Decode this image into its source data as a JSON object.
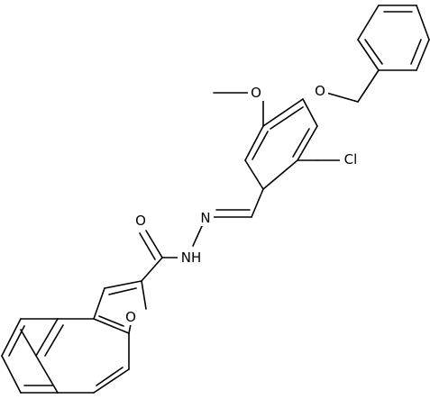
{
  "molecule": {
    "atom_labels": {
      "ether_oxygen_benzyl": "O",
      "methoxy_oxygen": "O",
      "chlorine": "Cl",
      "imine_nitrogen": "N",
      "hydrazide_nitrogen": "NH",
      "carbonyl_oxygen": "O",
      "furan_oxygen": "O"
    },
    "colors": {
      "bond": "#000000",
      "label": "#000000",
      "background": "#ffffff"
    }
  }
}
